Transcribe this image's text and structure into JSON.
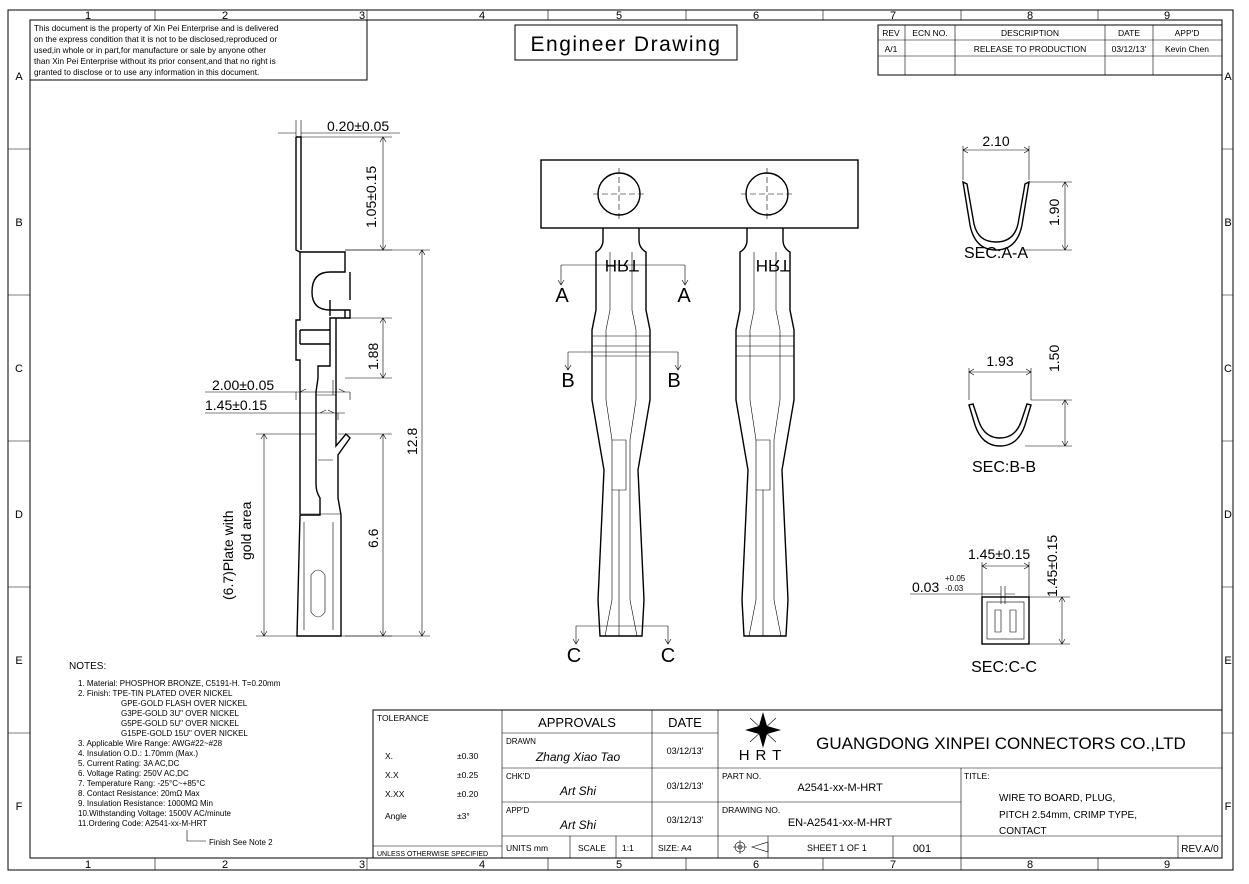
{
  "border": {
    "col_labels": [
      "1",
      "2",
      "3",
      "4",
      "5",
      "6",
      "7",
      "8",
      "9"
    ],
    "row_labels": [
      "A",
      "B",
      "C",
      "D",
      "E",
      "F"
    ]
  },
  "disclaimer": [
    "This document is the property of Xin Pei Enterprise and is delivered",
    "on the express condition that it is not to be disclosed,reproduced or",
    "used,in whole or in part,for manufacture or sale by anyone other",
    "than Xin Pei Enterprise without its prior consent,and that no right is",
    "granted to disclose or to use any information in this document."
  ],
  "drawing_title": "Engineer Drawing",
  "revision": {
    "headers": [
      "REV",
      "ECN NO.",
      "DESCRIPTION",
      "DATE",
      "APP'D"
    ],
    "row": [
      "A/1",
      "",
      "RELEASE TO PRODUCTION",
      "03/12/13'",
      "Kevin Chen"
    ]
  },
  "side_view": {
    "dims": [
      "0.20±0.05",
      "1.05±0.15",
      "1.88",
      "2.00±0.05",
      "1.45±0.15",
      "12.8",
      "6.6",
      "(6.7)Plate with",
      "gold area"
    ]
  },
  "top_view": {
    "marking": "HRT",
    "section_letters": [
      "A",
      "A",
      "B",
      "B",
      "C",
      "C"
    ]
  },
  "sections": [
    {
      "label": "SEC:A-A",
      "width": "2.10",
      "height": "1.90"
    },
    {
      "label": "SEC:B-B",
      "width": "1.93",
      "height": "1.50"
    },
    {
      "label": "SEC:C-C",
      "width": "1.45±0.15",
      "height": "1.45±0.15",
      "gap": "0.03",
      "gap_tol_plus": "+0.05",
      "gap_tol_minus": "-0.03"
    }
  ],
  "notes": {
    "title": "NOTES:",
    "items": [
      "1. Material: PHOSPHOR BRONZE, C5191-H. T=0.20mm",
      "2. Finish: TPE-TIN PLATED OVER NICKEL",
      "GPE-GOLD FLASH OVER NICKEL",
      "G3PE-GOLD 3U\" OVER NICKEL",
      "G5PE-GOLD 5U\" OVER NICKEL",
      "G15PE-GOLD 15U\" OVER NICKEL",
      "3. Applicable Wire Range: AWG#22~#28",
      "4. Insulation O.D.: 1.70mm (Max.)",
      "5. Current Rating: 3A AC,DC",
      "6. Voltage Rating: 250V AC,DC",
      "7. Temperature Rang: -25°C~+85°C",
      "8. Contact Resistance: 20mΩ Max",
      "9. Insulation Resistance: 1000MΩ Min",
      "10.Withstanding Voltage: 1500V AC/minute",
      "11.Ordering Code: A2541-xx-M-HRT"
    ],
    "finish_note": "Finish See Note 2"
  },
  "title_block": {
    "tolerance_label": "TOLERANCE",
    "tolerances": [
      [
        "X.",
        "±0.30"
      ],
      [
        "X.X",
        "±0.25"
      ],
      [
        "X.XX",
        "±0.20"
      ],
      [
        "Angle",
        "±3°"
      ]
    ],
    "unless": "UNLESS OTHERWISE SPECIFIED",
    "approvals_label": "APPROVALS",
    "date_label": "DATE",
    "drawn_label": "DRAWN",
    "drawn_name": "Zhang Xiao Tao",
    "drawn_date": "03/12/13'",
    "chkd_label": "CHK'D",
    "chkd_name": "Art Shi",
    "chkd_date": "03/12/13'",
    "appd_label": "APP'D",
    "appd_name": "Art Shi",
    "appd_date": "03/12/13'",
    "units": "UNITS mm",
    "scale_label": "SCALE",
    "scale": "1:1",
    "size": "SIZE: A4",
    "logo_text": "HRT",
    "company": "GUANGDONG XINPEI CONNECTORS CO.,LTD",
    "part_no_label": "PART NO.",
    "part_no": "A2541-xx-M-HRT",
    "drawing_no_label": "DRAWING NO.",
    "drawing_no": "EN-A2541-xx-M-HRT",
    "sheet": "SHEET 1 OF 1",
    "sheet_no": "001",
    "title_label": "TITLE:",
    "title_lines": [
      "WIRE TO BOARD, PLUG,",
      "PITCH 2.54mm, CRIMP TYPE,",
      "CONTACT"
    ],
    "rev": "REV.A/0"
  }
}
